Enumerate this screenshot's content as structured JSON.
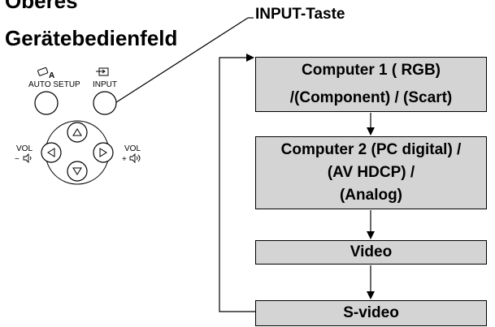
{
  "heading": {
    "line1": "Oberes",
    "line2": "Gerätebedienfeld"
  },
  "callout": "INPUT-Taste",
  "panel": {
    "auto_setup_label": "AUTO SETUP",
    "auto_setup_symbol": "A",
    "input_label": "INPUT",
    "vol_minus_label": "VOL",
    "vol_minus_sign": "−",
    "vol_plus_label": "VOL",
    "vol_plus_sign": "+"
  },
  "flow": {
    "box1": [
      "Computer 1 ( RGB)",
      "/(Component) / (Scart)"
    ],
    "box2": [
      "Computer 2 (PC digital) /",
      "(AV HDCP) /",
      "(Analog)"
    ],
    "box3": "Video",
    "box4": "S-video"
  },
  "colors": {
    "box_fill": "#d4d4d4",
    "line": "#000000"
  }
}
